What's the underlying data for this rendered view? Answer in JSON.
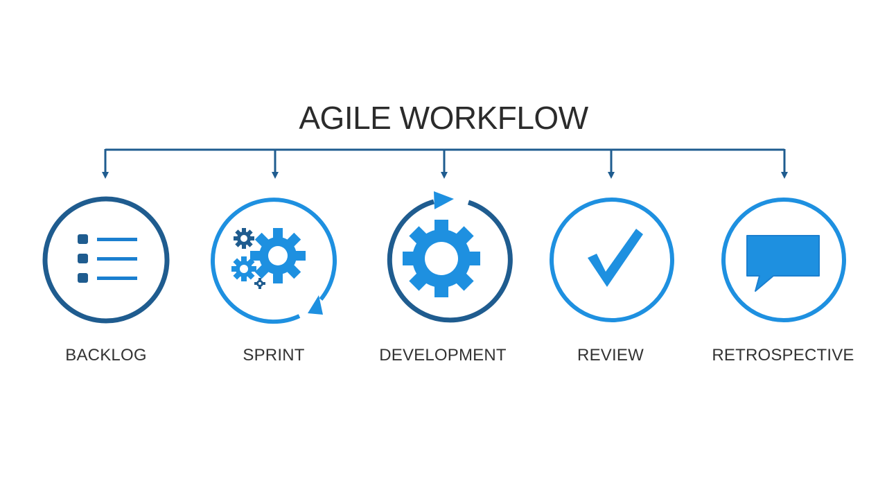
{
  "title": "AGILE WORKFLOW",
  "colors": {
    "dark_blue": "#1f5c8f",
    "mid_blue": "#1b86d4",
    "bright_blue": "#1e90e0",
    "text": "#333333"
  },
  "steps": [
    {
      "label": "BACKLOG",
      "icon": "list-icon"
    },
    {
      "label": "SPRINT",
      "icon": "cycle-gears-icon"
    },
    {
      "label": "DEVELOPMENT",
      "icon": "gear-icon"
    },
    {
      "label": "REVIEW",
      "icon": "checkmark-icon"
    },
    {
      "label": "RETROSPECTIVE",
      "icon": "speech-bubble-icon"
    }
  ]
}
